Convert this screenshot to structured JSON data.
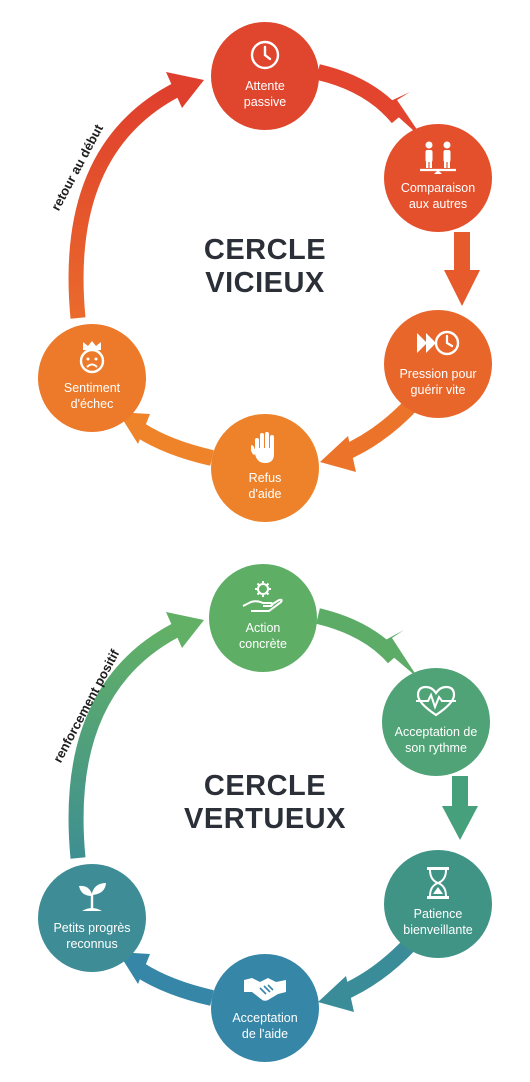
{
  "vicious": {
    "title_line1": "CERCLE",
    "title_line2": "VICIEUX",
    "side_label": "retour au début",
    "nodes": [
      {
        "label": "Attente\npassive",
        "icon": "clock-icon",
        "color": "#e0452e"
      },
      {
        "label": "Comparaison\naux autres",
        "icon": "people-balance-icon",
        "color": "#e4502c"
      },
      {
        "label": "Pression pour\nguérir vite",
        "icon": "fast-forward-clock-icon",
        "color": "#e8662a"
      },
      {
        "label": "Refus\nd'aide",
        "icon": "raised-hand-icon",
        "color": "#ee822a"
      },
      {
        "label": "Sentiment\nd'échec",
        "icon": "sad-crowned-face-icon",
        "color": "#ec7a2a"
      }
    ]
  },
  "virtuous": {
    "title_line1": "CERCLE",
    "title_line2": "VERTUEUX",
    "side_label": "renforcement positif",
    "nodes": [
      {
        "label": "Action\nconcrète",
        "icon": "hand-gear-icon",
        "color": "#5fae66"
      },
      {
        "label": "Acceptation de\nson rythme",
        "icon": "heart-pulse-icon",
        "color": "#4fa376"
      },
      {
        "label": "Patience\nbienveillante",
        "icon": "hourglass-icon",
        "color": "#3f9486"
      },
      {
        "label": "Acceptation\nde l'aide",
        "icon": "handshake-icon",
        "color": "#3686a8"
      },
      {
        "label": "Petits progrès\nreconnus",
        "icon": "seedling-icon",
        "color": "#3e8d96"
      }
    ]
  }
}
